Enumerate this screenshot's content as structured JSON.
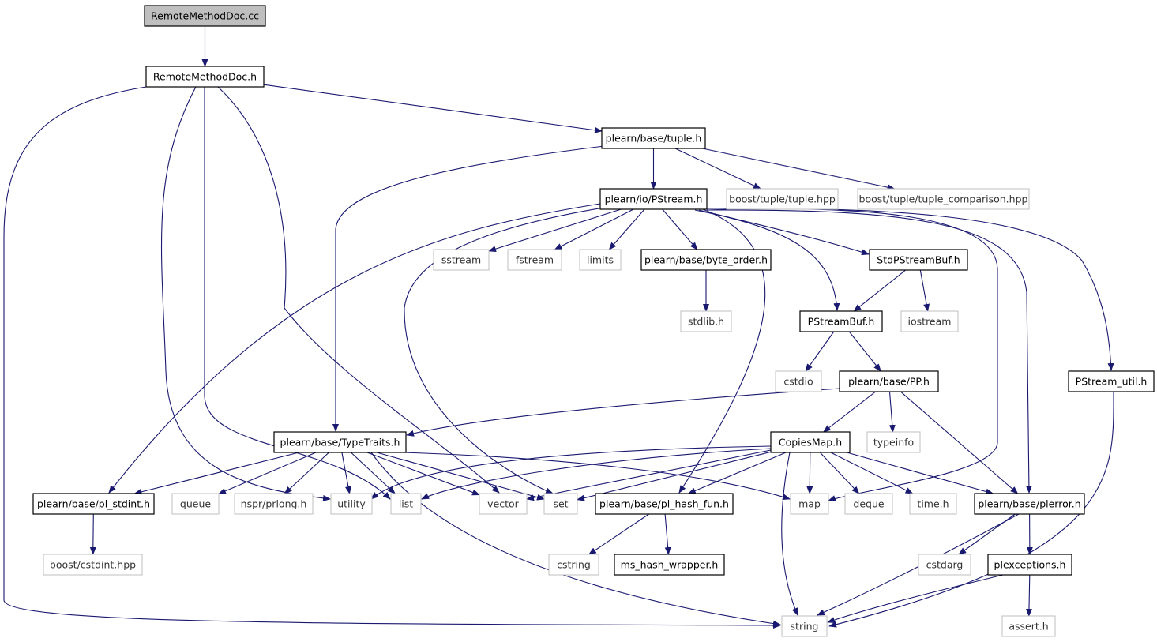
{
  "colors": {
    "edge": "#191970",
    "node_border": "#000000",
    "external_border": "#bfbfbf",
    "root_fill": "#bfbfbf",
    "node_fill": "#ffffff"
  },
  "nodes": [
    {
      "id": "RemoteMethodDoc.cc",
      "label": "RemoteMethodDoc.cc",
      "kind": "root"
    },
    {
      "id": "RemoteMethodDoc.h",
      "label": "RemoteMethodDoc.h",
      "kind": "internal"
    },
    {
      "id": "plearn/base/tuple.h",
      "label": "plearn/base/tuple.h",
      "kind": "internal"
    },
    {
      "id": "plearn/io/PStream.h",
      "label": "plearn/io/PStream.h",
      "kind": "internal"
    },
    {
      "id": "boost/tuple/tuple.hpp",
      "label": "boost/tuple/tuple.hpp",
      "kind": "external"
    },
    {
      "id": "boost/tuple/tuple_comparison.hpp",
      "label": "boost/tuple/tuple_comparison.hpp",
      "kind": "external"
    },
    {
      "id": "sstream",
      "label": "sstream",
      "kind": "external"
    },
    {
      "id": "fstream",
      "label": "fstream",
      "kind": "external"
    },
    {
      "id": "limits",
      "label": "limits",
      "kind": "external"
    },
    {
      "id": "plearn/base/byte_order.h",
      "label": "plearn/base/byte_order.h",
      "kind": "internal"
    },
    {
      "id": "StdPStreamBuf.h",
      "label": "StdPStreamBuf.h",
      "kind": "internal"
    },
    {
      "id": "stdlib.h",
      "label": "stdlib.h",
      "kind": "external"
    },
    {
      "id": "PStreamBuf.h",
      "label": "PStreamBuf.h",
      "kind": "internal"
    },
    {
      "id": "iostream",
      "label": "iostream",
      "kind": "external"
    },
    {
      "id": "cstdio",
      "label": "cstdio",
      "kind": "external"
    },
    {
      "id": "plearn/base/PP.h",
      "label": "plearn/base/PP.h",
      "kind": "internal"
    },
    {
      "id": "PStream_util.h",
      "label": "PStream_util.h",
      "kind": "internal"
    },
    {
      "id": "plearn/base/TypeTraits.h",
      "label": "plearn/base/TypeTraits.h",
      "kind": "internal"
    },
    {
      "id": "CopiesMap.h",
      "label": "CopiesMap.h",
      "kind": "internal"
    },
    {
      "id": "typeinfo",
      "label": "typeinfo",
      "kind": "external"
    },
    {
      "id": "plearn/base/pl_stdint.h",
      "label": "plearn/base/pl_stdint.h",
      "kind": "internal"
    },
    {
      "id": "queue",
      "label": "queue",
      "kind": "external"
    },
    {
      "id": "nspr/prlong.h",
      "label": "nspr/prlong.h",
      "kind": "external"
    },
    {
      "id": "utility",
      "label": "utility",
      "kind": "external"
    },
    {
      "id": "list",
      "label": "list",
      "kind": "external"
    },
    {
      "id": "vector",
      "label": "vector",
      "kind": "external"
    },
    {
      "id": "set",
      "label": "set",
      "kind": "external"
    },
    {
      "id": "plearn/base/pl_hash_fun.h",
      "label": "plearn/base/pl_hash_fun.h",
      "kind": "internal"
    },
    {
      "id": "map",
      "label": "map",
      "kind": "external"
    },
    {
      "id": "deque",
      "label": "deque",
      "kind": "external"
    },
    {
      "id": "time.h",
      "label": "time.h",
      "kind": "external"
    },
    {
      "id": "plearn/base/plerror.h",
      "label": "plearn/base/plerror.h",
      "kind": "internal"
    },
    {
      "id": "boost/cstdint.hpp",
      "label": "boost/cstdint.hpp",
      "kind": "external"
    },
    {
      "id": "cstring",
      "label": "cstring",
      "kind": "external"
    },
    {
      "id": "ms_hash_wrapper.h",
      "label": "ms_hash_wrapper.h",
      "kind": "internal"
    },
    {
      "id": "cstdarg",
      "label": "cstdarg",
      "kind": "external"
    },
    {
      "id": "plexceptions.h",
      "label": "plexceptions.h",
      "kind": "internal"
    },
    {
      "id": "string",
      "label": "string",
      "kind": "external"
    },
    {
      "id": "assert.h",
      "label": "assert.h",
      "kind": "external"
    }
  ],
  "edges": [
    {
      "from": "RemoteMethodDoc.cc",
      "to": "RemoteMethodDoc.h"
    },
    {
      "from": "RemoteMethodDoc.h",
      "to": "string"
    },
    {
      "from": "RemoteMethodDoc.h",
      "to": "utility"
    },
    {
      "from": "RemoteMethodDoc.h",
      "to": "list"
    },
    {
      "from": "RemoteMethodDoc.h",
      "to": "vector"
    },
    {
      "from": "RemoteMethodDoc.h",
      "to": "plearn/base/tuple.h"
    },
    {
      "from": "plearn/base/tuple.h",
      "to": "plearn/io/PStream.h"
    },
    {
      "from": "plearn/base/tuple.h",
      "to": "boost/tuple/tuple.hpp"
    },
    {
      "from": "plearn/base/tuple.h",
      "to": "boost/tuple/tuple_comparison.hpp"
    },
    {
      "from": "plearn/base/tuple.h",
      "to": "plearn/base/TypeTraits.h"
    },
    {
      "from": "plearn/io/PStream.h",
      "to": "sstream"
    },
    {
      "from": "plearn/io/PStream.h",
      "to": "fstream"
    },
    {
      "from": "plearn/io/PStream.h",
      "to": "limits"
    },
    {
      "from": "plearn/io/PStream.h",
      "to": "plearn/base/byte_order.h"
    },
    {
      "from": "plearn/io/PStream.h",
      "to": "StdPStreamBuf.h"
    },
    {
      "from": "plearn/io/PStream.h",
      "to": "PStreamBuf.h"
    },
    {
      "from": "plearn/io/PStream.h",
      "to": "PStream_util.h"
    },
    {
      "from": "plearn/io/PStream.h",
      "to": "plearn/base/pl_stdint.h"
    },
    {
      "from": "plearn/io/PStream.h",
      "to": "set"
    },
    {
      "from": "plearn/io/PStream.h",
      "to": "plearn/base/pl_hash_fun.h"
    },
    {
      "from": "plearn/io/PStream.h",
      "to": "map"
    },
    {
      "from": "plearn/io/PStream.h",
      "to": "plearn/base/plerror.h"
    },
    {
      "from": "plearn/base/byte_order.h",
      "to": "stdlib.h"
    },
    {
      "from": "StdPStreamBuf.h",
      "to": "PStreamBuf.h"
    },
    {
      "from": "StdPStreamBuf.h",
      "to": "iostream"
    },
    {
      "from": "PStreamBuf.h",
      "to": "cstdio"
    },
    {
      "from": "PStreamBuf.h",
      "to": "plearn/base/PP.h"
    },
    {
      "from": "plearn/base/PP.h",
      "to": "plearn/base/TypeTraits.h"
    },
    {
      "from": "plearn/base/PP.h",
      "to": "CopiesMap.h"
    },
    {
      "from": "plearn/base/PP.h",
      "to": "typeinfo"
    },
    {
      "from": "plearn/base/PP.h",
      "to": "plearn/base/plerror.h"
    },
    {
      "from": "PStream_util.h",
      "to": "string"
    },
    {
      "from": "plearn/base/TypeTraits.h",
      "to": "plearn/base/pl_stdint.h"
    },
    {
      "from": "plearn/base/TypeTraits.h",
      "to": "queue"
    },
    {
      "from": "plearn/base/TypeTraits.h",
      "to": "nspr/prlong.h"
    },
    {
      "from": "plearn/base/TypeTraits.h",
      "to": "utility"
    },
    {
      "from": "plearn/base/TypeTraits.h",
      "to": "list"
    },
    {
      "from": "plearn/base/TypeTraits.h",
      "to": "vector"
    },
    {
      "from": "plearn/base/TypeTraits.h",
      "to": "set"
    },
    {
      "from": "plearn/base/TypeTraits.h",
      "to": "map"
    },
    {
      "from": "plearn/base/TypeTraits.h",
      "to": "string"
    },
    {
      "from": "CopiesMap.h",
      "to": "utility"
    },
    {
      "from": "CopiesMap.h",
      "to": "list"
    },
    {
      "from": "CopiesMap.h",
      "to": "vector"
    },
    {
      "from": "CopiesMap.h",
      "to": "set"
    },
    {
      "from": "CopiesMap.h",
      "to": "plearn/base/pl_hash_fun.h"
    },
    {
      "from": "CopiesMap.h",
      "to": "map"
    },
    {
      "from": "CopiesMap.h",
      "to": "deque"
    },
    {
      "from": "CopiesMap.h",
      "to": "time.h"
    },
    {
      "from": "CopiesMap.h",
      "to": "plearn/base/plerror.h"
    },
    {
      "from": "CopiesMap.h",
      "to": "string"
    },
    {
      "from": "plearn/base/pl_stdint.h",
      "to": "boost/cstdint.hpp"
    },
    {
      "from": "plearn/base/pl_hash_fun.h",
      "to": "cstring"
    },
    {
      "from": "plearn/base/pl_hash_fun.h",
      "to": "ms_hash_wrapper.h"
    },
    {
      "from": "plearn/base/plerror.h",
      "to": "cstdarg"
    },
    {
      "from": "plearn/base/plerror.h",
      "to": "plexceptions.h"
    },
    {
      "from": "plearn/base/plerror.h",
      "to": "string"
    },
    {
      "from": "plexceptions.h",
      "to": "string"
    },
    {
      "from": "plexceptions.h",
      "to": "assert.h"
    }
  ]
}
